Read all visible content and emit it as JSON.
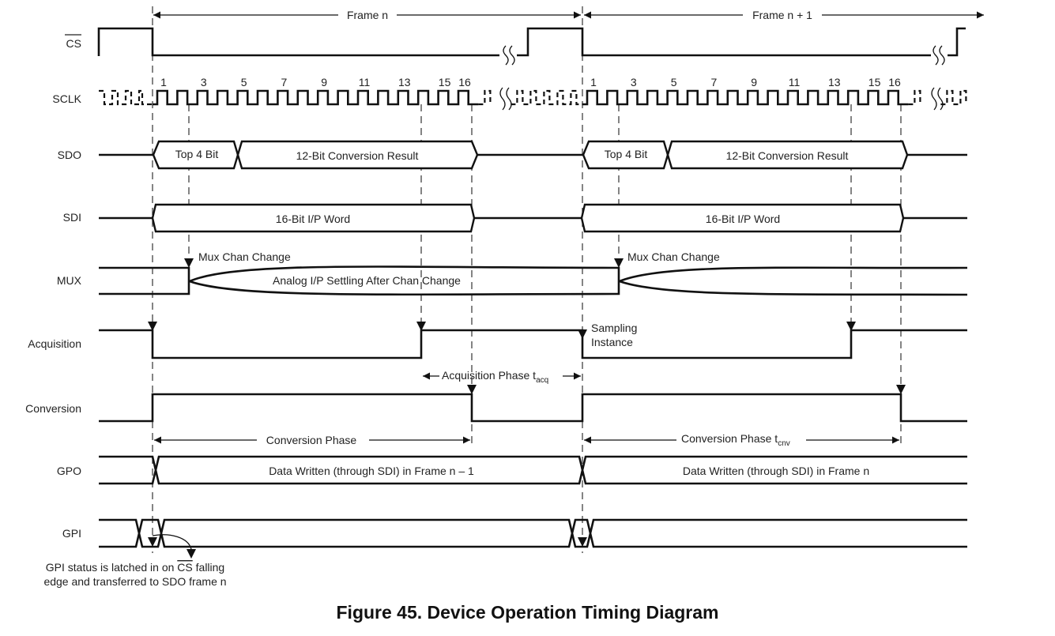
{
  "figure": {
    "caption": "Figure 45.  Device Operation Timing Diagram",
    "signals": [
      {
        "id": "cs",
        "label": "CS",
        "overbar": true
      },
      {
        "id": "sclk",
        "label": "SCLK"
      },
      {
        "id": "sdo",
        "label": "SDO"
      },
      {
        "id": "sdi",
        "label": "SDI"
      },
      {
        "id": "mux",
        "label": "MUX"
      },
      {
        "id": "acq",
        "label": "Acquisition"
      },
      {
        "id": "conv",
        "label": "Conversion"
      },
      {
        "id": "gpo",
        "label": "GPO"
      },
      {
        "id": "gpi",
        "label": "GPI"
      }
    ],
    "frames": [
      {
        "label": "Frame n"
      },
      {
        "label": "Frame n + 1"
      }
    ],
    "clock_numbers": [
      "1",
      "3",
      "5",
      "7",
      "9",
      "11",
      "13",
      "15",
      "16"
    ],
    "sdo_fields": [
      "Top 4 Bit",
      "12-Bit Conversion Result"
    ],
    "sdi_field": "16-Bit I/P Word",
    "mux": {
      "change_label": "Mux Chan Change",
      "settling_label": "Analog I/P Settling After Chan Change"
    },
    "acquisition": {
      "sampling_label_1": "Sampling",
      "sampling_label_2": "Instance",
      "phase_label": "Acquisition Phase t",
      "phase_sub": "acq"
    },
    "conversion": {
      "phase_label_1": "Conversion Phase",
      "phase_label_2": "Conversion Phase t",
      "phase_sub_2": "cnv"
    },
    "gpo_fields": [
      "Data Written (through SDI) in Frame n – 1",
      "Data Written (through SDI) in Frame n"
    ],
    "gpi_note": {
      "line1_pre": "GPI status is latched in on ",
      "line1_cs": "CS",
      "line1_post": " falling",
      "line2": "edge and transferred to SDO frame n"
    }
  }
}
